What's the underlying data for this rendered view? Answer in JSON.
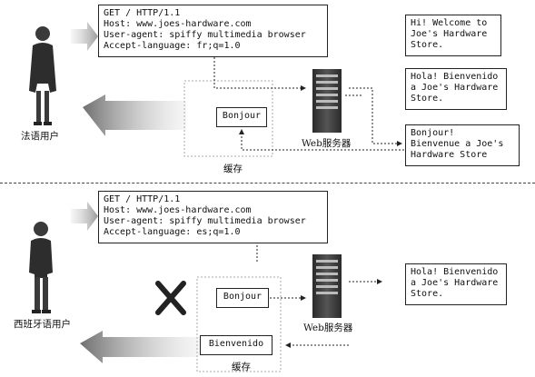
{
  "top": {
    "request_lines": [
      "GET / HTTP/1.1",
      "Host: www.joes-hardware.com",
      "User-agent: spiffy multimedia browser",
      "Accept-language: fr;q=1.0"
    ],
    "user_label": "法语用户",
    "cache_entry": "Bonjour",
    "cache_label": "缓存",
    "server_label": "Web服务器",
    "responses": [
      [
        "Hi! Welcome to",
        "Joe's Hardware",
        "Store."
      ],
      [
        "Hola! Bienvenido",
        "a Joe's Hardware",
        "Store."
      ],
      [
        "Bonjour!",
        "Bienvenue a Joe's",
        "Hardware Store"
      ]
    ]
  },
  "bottom": {
    "request_lines": [
      "GET / HTTP/1.1",
      "Host: www.joes-hardware.com",
      "User-agent: spiffy multimedia browser",
      "Accept-language: es;q=1.0"
    ],
    "user_label": "西班牙语用户",
    "cache_entries": [
      "Bonjour",
      "Bienvenido"
    ],
    "cache_label": "缓存",
    "server_label": "Web服务器",
    "responses": [
      [
        "Hola! Bienvenido",
        "a Joe's Hardware",
        "Store."
      ]
    ]
  }
}
